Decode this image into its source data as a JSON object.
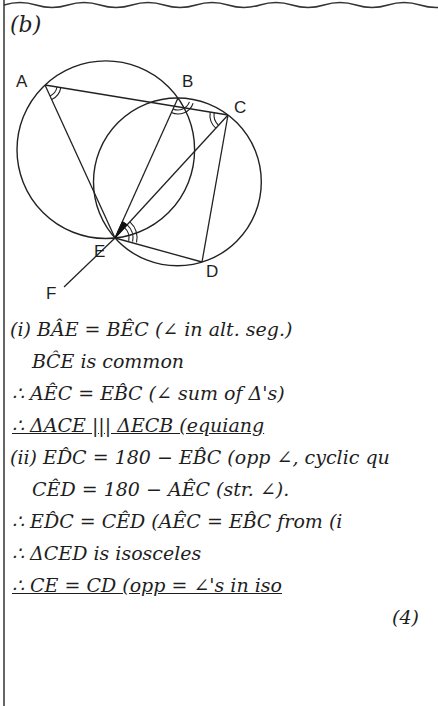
{
  "diagram": {
    "labels": [
      "(b)",
      "A",
      "B",
      "C",
      "E",
      "F",
      "D",
      "(i) BÂE = BÊC (∠ in alt. seg.)",
      "BĈE is common",
      "∴ AÊC = EB̂C (∠ sum of Δ's)",
      "∴ ΔACE ||| ΔECB (equiang",
      "(ii) ED̂C = 180 − EB̂C (opp ∠, cyclic qu",
      "CÊD = 180 − AÊC (str. ∠).",
      "∴ ED̂C = CÊD (AÊC = EB̂C from (i",
      "∴ ΔCED is isosceles",
      "∴ CE = CD (opp = ∠'s in iso",
      "(4)"
    ]
  }
}
